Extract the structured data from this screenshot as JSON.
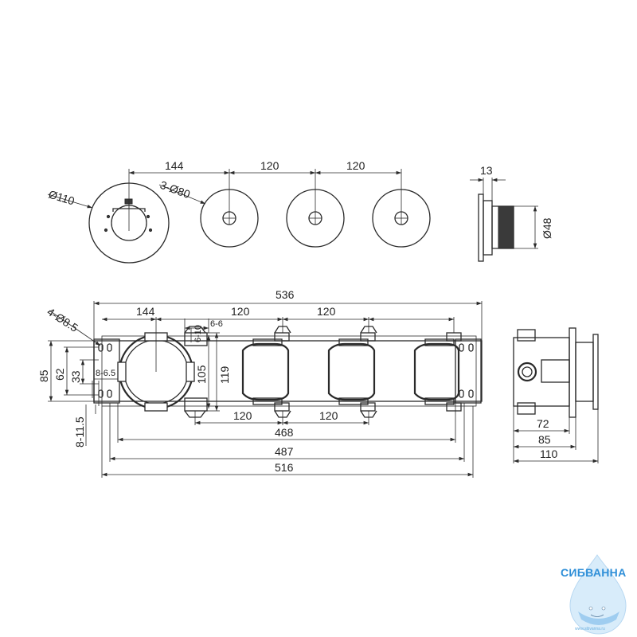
{
  "top_view": {
    "dims_top": [
      "144",
      "120",
      "120"
    ],
    "dia_large": "Ø110",
    "dia_small": "3-Ø80",
    "side_dim_top": "13",
    "side_dia": "Ø48"
  },
  "front_view": {
    "overall_width": "536",
    "dims_top": [
      "144",
      "120",
      "120"
    ],
    "holes": "4-Ø8.5",
    "slot_h1": "6-10",
    "slot_w1": "6-6",
    "heights_left": [
      "85",
      "62",
      "33"
    ],
    "slot_small": "8-6.5",
    "slot_bottom": "8-11.5",
    "inner_heights": [
      "105",
      "119"
    ],
    "dims_bottom": [
      "120",
      "120"
    ],
    "widths_bottom": [
      "468",
      "487",
      "516"
    ]
  },
  "side_view": {
    "depths": [
      "72",
      "85",
      "110"
    ]
  },
  "logo": {
    "name": "СИБВАННА",
    "url": "www.sibvanna.ru"
  }
}
